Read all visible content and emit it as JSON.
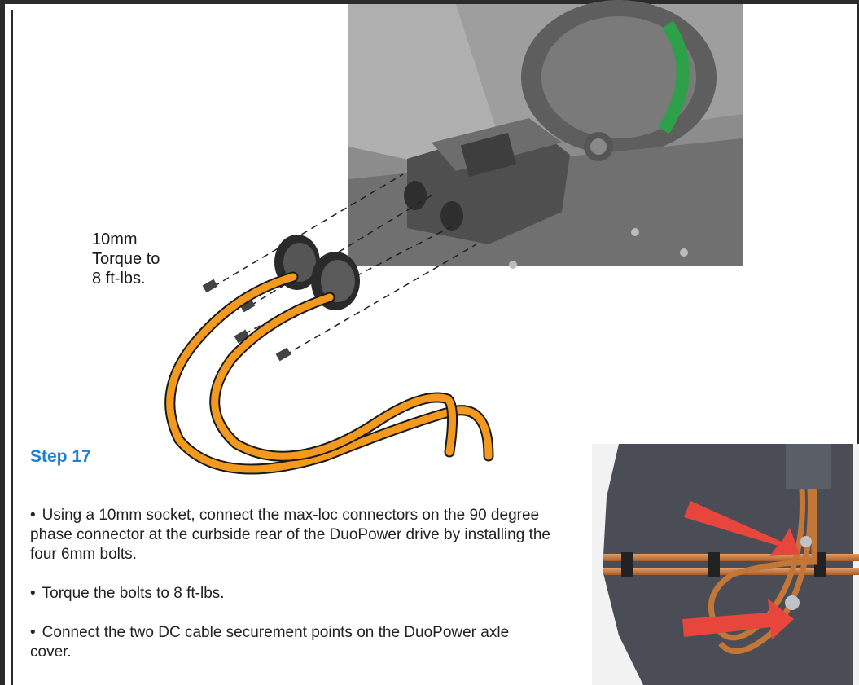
{
  "callout": {
    "line1": "10mm",
    "line2": "Torque to",
    "line3": "8 ft-lbs."
  },
  "step": {
    "title": "Step 17"
  },
  "instructions": [
    "Using a 10mm socket, connect the max-loc connectors on the 90 degree phase connector at the curbside rear of the DuoPower drive by installing the four 6mm bolts.",
    "Torque the bolts to 8 ft-lbs.",
    "Connect the two DC cable securement points on the DuoPower axle cover."
  ],
  "bullet_glyph": "•",
  "colors": {
    "step_title": "#1f7fd0",
    "cable": "#f39a1e",
    "arrow": "#e8453c",
    "frame": "#2b2b2b"
  }
}
